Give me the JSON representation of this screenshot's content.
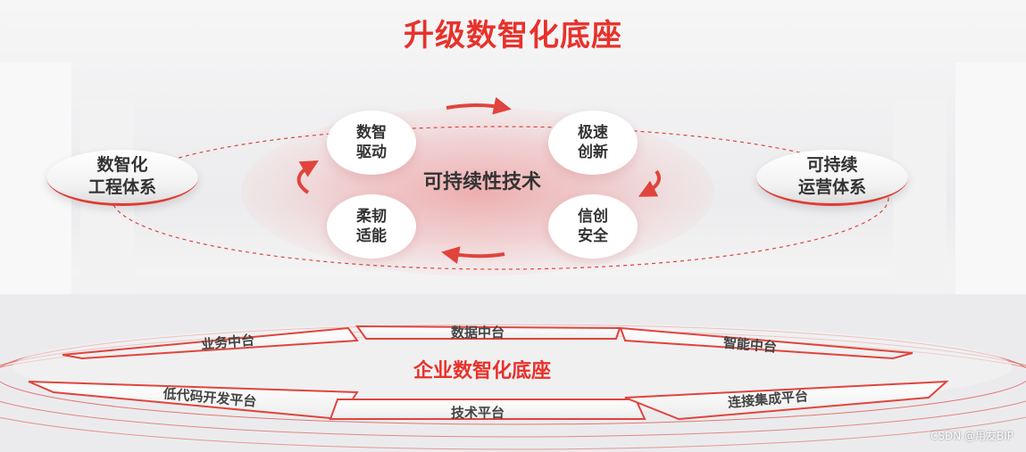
{
  "title": "升级数智化底座",
  "left_system": {
    "line1": "数智化",
    "line2": "工程体系"
  },
  "right_system": {
    "line1": "可持续",
    "line2": "运营体系"
  },
  "center": "可持续性技术",
  "cycle": [
    {
      "line1": "数智",
      "line2": "驱动"
    },
    {
      "line1": "极速",
      "line2": "创新"
    },
    {
      "line1": "信创",
      "line2": "安全"
    },
    {
      "line1": "柔韧",
      "line2": "适能"
    }
  ],
  "base_title": "企业数智化底座",
  "platforms": {
    "business": "业务中台",
    "data": "数据中台",
    "ai": "智能中台",
    "lowcode": "低代码开发平台",
    "tech": "技术平台",
    "integration": "连接集成平台"
  },
  "watermark": "CSDN @用友BIP",
  "colors": {
    "accent": "#e8312b",
    "text": "#333333"
  }
}
